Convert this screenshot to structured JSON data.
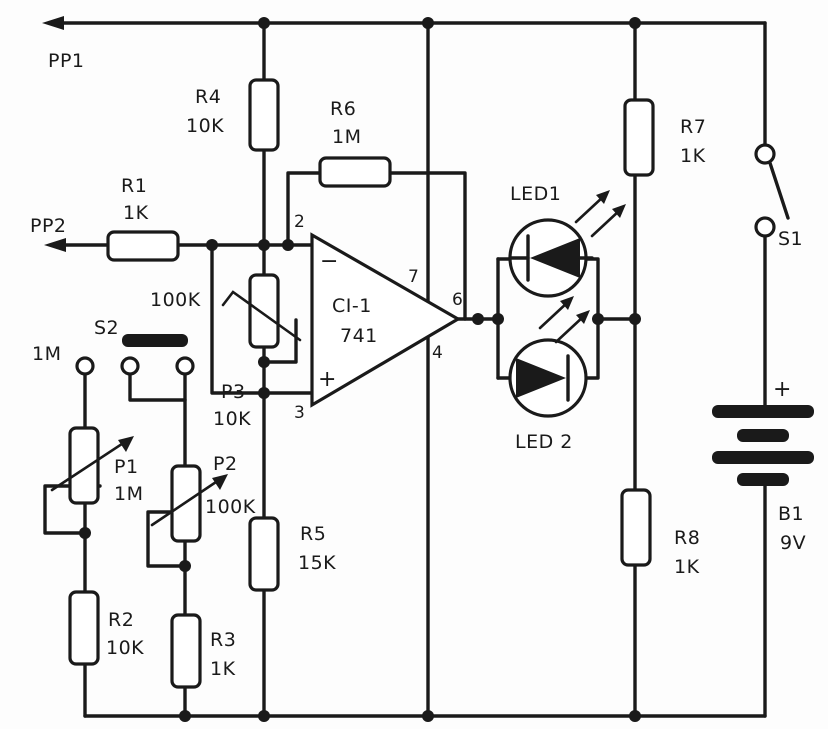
{
  "labels": {
    "pp1": "PP1",
    "pp2": "PP2",
    "r1": "R1",
    "r1_val": "1K",
    "r2": "R2",
    "r2_val": "10K",
    "r3": "R3",
    "r3_val": "1K",
    "r4": "R4",
    "r4_val": "10K",
    "r5": "R5",
    "r5_val": "15K",
    "r6": "R6",
    "r6_val": "1M",
    "r7": "R7",
    "r7_val": "1K",
    "r8": "R8",
    "r8_val": "1K",
    "p1": "P1",
    "p1_val": "1M",
    "p2": "P2",
    "p2_val": "100K",
    "p3": "P3",
    "p3_val": "10K",
    "p3_top": "100K",
    "s2_left": "1M",
    "s1": "S1",
    "s2": "S2",
    "b1": "B1",
    "b1_val": "9V",
    "b1_plus": "+",
    "ic": "CI-1",
    "ic_part": "741",
    "led1": "LED1",
    "led2": "LED 2",
    "pin2": "2",
    "pin3": "3",
    "pin4": "4",
    "pin6": "6",
    "pin7": "7",
    "inv": "−",
    "noninv": "+"
  }
}
